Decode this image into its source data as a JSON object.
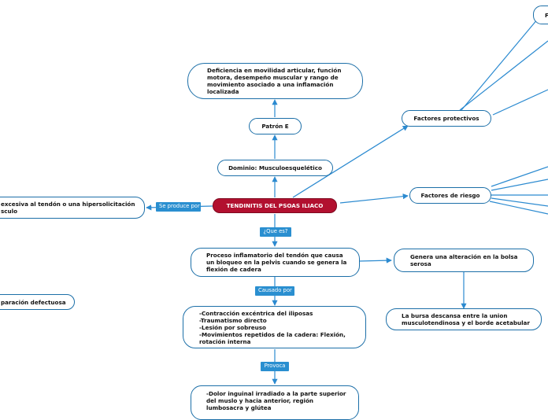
{
  "central": {
    "text": "TENDINITIS DEL PSOAS ILIACO"
  },
  "upper": {
    "definition": "Deficiencia en movilidad articular, función\nmotora, desempeño muscular y rango de\nmovimiento asociado a una inflamación\nlocalizada",
    "pattern": "Patrón E",
    "domain": "Dominio: Musculoesquelético"
  },
  "left": {
    "overload": "excesiva al tendón o una hipersolicitación\nsculo",
    "repair": "paración defectuosa",
    "produce_label": "Se produce por"
  },
  "right": {
    "protective": "Factores protectivos",
    "risk": "Factores de riesgo",
    "top_cut": "F"
  },
  "lower": {
    "what_label": "¿Que es?",
    "process": "Proceso inflamatorio del tendón que causa\nun bloqueo en la pelvis cuando se genera la\nflexión de cadera",
    "bursa_alt": "Genera una alteración en la bolsa\nserosa",
    "bursa_loc": "La bursa descansa entre la union\nmusculotendinosa y el borde acetabular",
    "caused_label": "Causado por",
    "causes": "-Contracción excéntrica del iliposas\n-Traumatismo directo\n-Lesión por sobreuso\n-Movimientos repetidos de la cadera: Flexión,\nrotación interna",
    "provokes_label": "Provoca",
    "symptoms": "-Dolor inguinal irradiado a la parte superior\ndel muslo y hacia anterior, región\nlumbosacra y glútea"
  },
  "colors": {
    "line": "#2b8ad0",
    "border": "#1c6fa8",
    "central_fill": "#b2102f",
    "label_fill": "#2a8fd0"
  }
}
